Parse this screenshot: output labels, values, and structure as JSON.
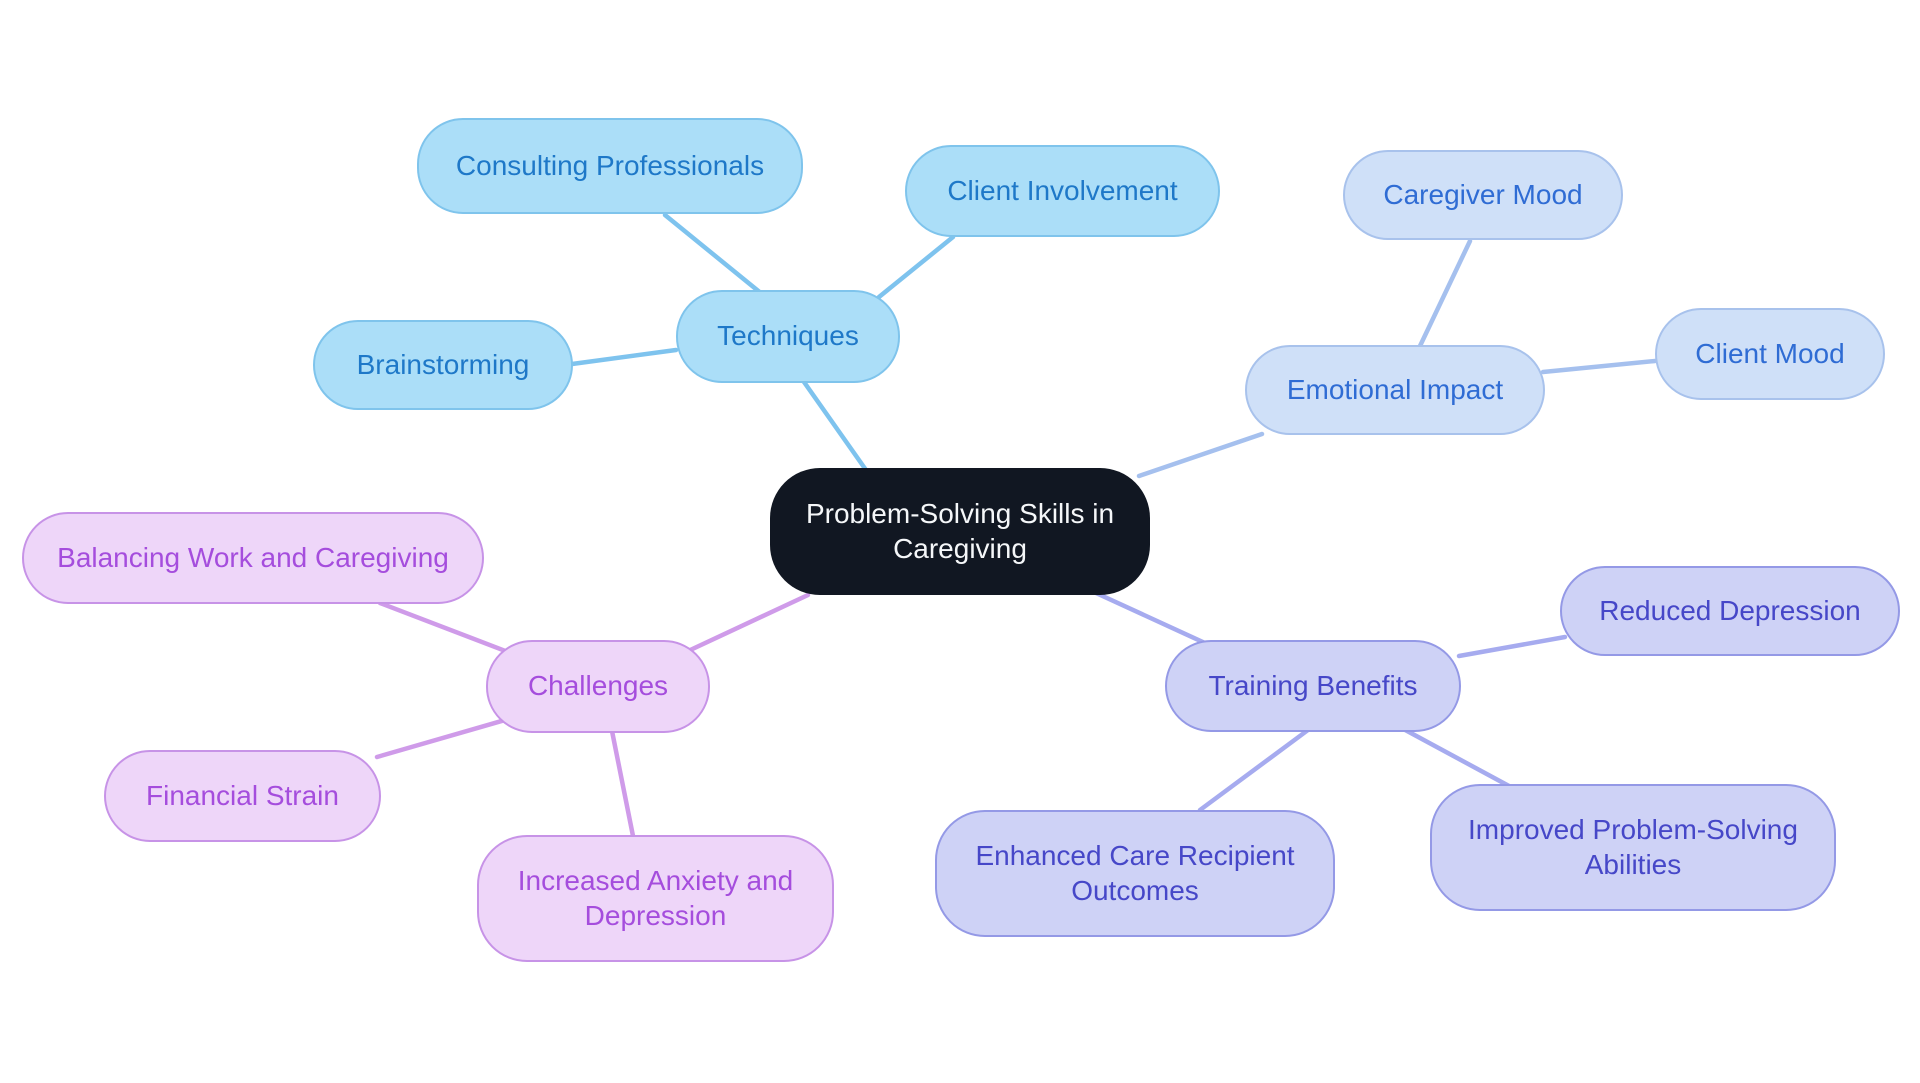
{
  "diagram": {
    "type": "mindmap",
    "background": "#ffffff",
    "central_topic": "Problem-Solving Skills in Caregiving",
    "edges": [
      [
        "center",
        "techniques"
      ],
      [
        "techniques",
        "consulting_professionals"
      ],
      [
        "techniques",
        "client_involvement"
      ],
      [
        "techniques",
        "brainstorming"
      ],
      [
        "center",
        "emotional_impact"
      ],
      [
        "emotional_impact",
        "caregiver_mood"
      ],
      [
        "emotional_impact",
        "client_mood"
      ],
      [
        "center",
        "challenges"
      ],
      [
        "challenges",
        "balancing_work"
      ],
      [
        "challenges",
        "financial_strain"
      ],
      [
        "challenges",
        "increased_anxiety"
      ],
      [
        "center",
        "training_benefits"
      ],
      [
        "training_benefits",
        "reduced_depression"
      ],
      [
        "training_benefits",
        "enhanced_outcomes"
      ],
      [
        "training_benefits",
        "improved_abilities"
      ]
    ]
  },
  "nodes": {
    "center": {
      "label": "Problem-Solving Skills in Caregiving"
    },
    "techniques": {
      "label": "Techniques"
    },
    "consulting_professionals": {
      "label": "Consulting Professionals"
    },
    "client_involvement": {
      "label": "Client Involvement"
    },
    "brainstorming": {
      "label": "Brainstorming"
    },
    "emotional_impact": {
      "label": "Emotional Impact"
    },
    "caregiver_mood": {
      "label": "Caregiver Mood"
    },
    "client_mood": {
      "label": "Client Mood"
    },
    "challenges": {
      "label": "Challenges"
    },
    "balancing_work": {
      "label": "Balancing Work and Caregiving"
    },
    "financial_strain": {
      "label": "Financial Strain"
    },
    "increased_anxiety": {
      "label": "Increased Anxiety and Depression"
    },
    "training_benefits": {
      "label": "Training Benefits"
    },
    "reduced_depression": {
      "label": "Reduced Depression"
    },
    "enhanced_outcomes": {
      "label": "Enhanced Care Recipient Outcomes"
    },
    "improved_abilities": {
      "label": "Improved Problem-Solving Abilities"
    }
  },
  "colors": {
    "central_fill": "#111722",
    "central_text": "#f5f7f9",
    "techniques_fill": "#abdef8",
    "techniques_border": "#7fc4ec",
    "techniques_text": "#1e78c8",
    "techniques_line": "#7ec3ee",
    "emotional_fill": "#cfe0f8",
    "emotional_border": "#a8c2ec",
    "emotional_text": "#2f6cd4",
    "emotional_line": "#a5c0ee",
    "challenges_fill": "#eed6f9",
    "challenges_border": "#c793e7",
    "challenges_text": "#a54ddd",
    "challenges_line": "#cf9be9",
    "training_fill": "#ced2f6",
    "training_border": "#9499e6",
    "training_text": "#4647c8",
    "training_line": "#a6abef"
  }
}
